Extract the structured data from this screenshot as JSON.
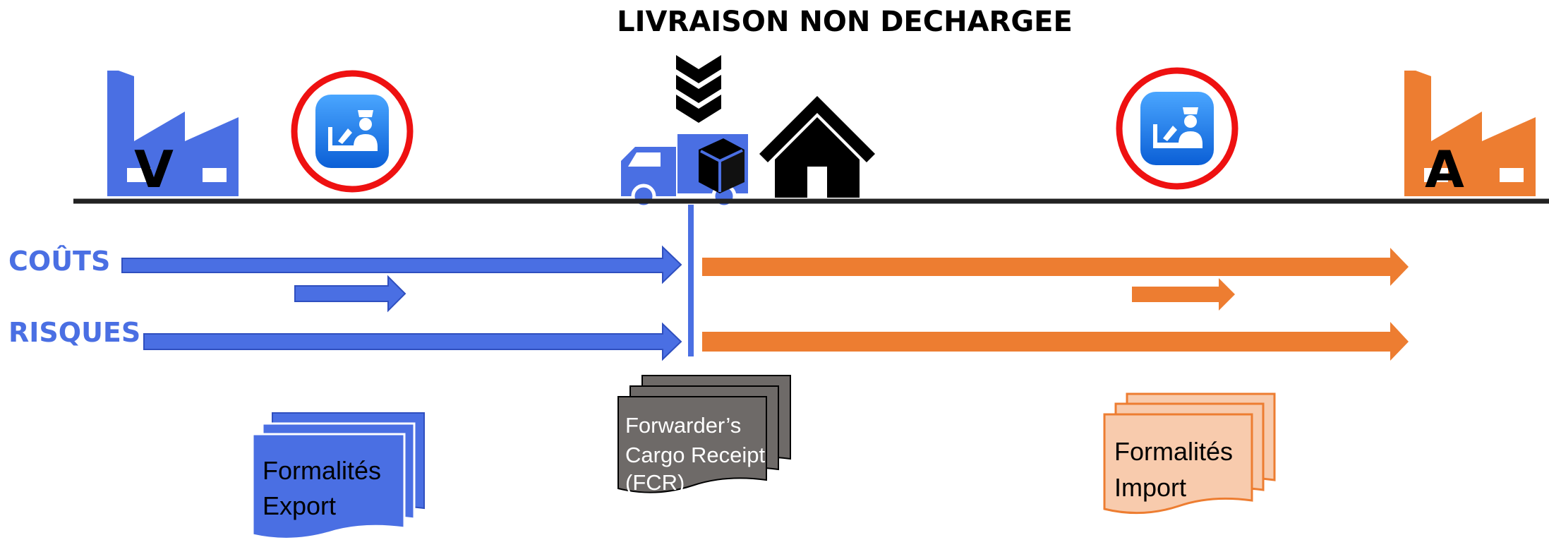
{
  "title": "LIVRAISON NON DECHARGEE",
  "seller_letter": "V",
  "buyer_letter": "A",
  "rows": {
    "costs_label": "COÛTS",
    "risks_label": "RISQUES"
  },
  "documents": {
    "export": {
      "line1": "Formalités",
      "line2": "Export"
    },
    "fcr": {
      "line1": "Forwarder’s",
      "line2": "Cargo Receipt",
      "line3": "(FCR)"
    },
    "import": {
      "line1": "Formalités",
      "line2": "Import"
    }
  },
  "icons": {
    "seller_factory": "factory-icon",
    "export_customs": "customs-officer-icon",
    "unloading": "triple-chevron-down-icon",
    "truck": "delivery-truck-icon",
    "warehouse": "house-icon",
    "import_customs": "customs-officer-icon",
    "buyer_factory": "factory-icon"
  },
  "colors": {
    "seller": "#4a6fe3",
    "buyer": "#ed7d31",
    "import_doc_fill": "#f8cbad",
    "fcr_doc_fill": "#6e6a68",
    "customs_ring": "#ee1111",
    "customs_badge": "#1a73e8"
  }
}
